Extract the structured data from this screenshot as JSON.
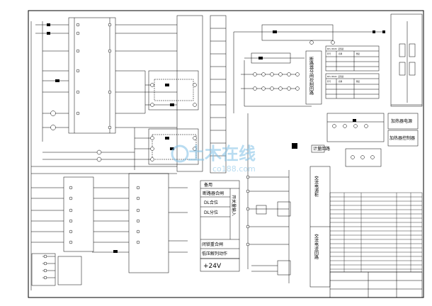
{
  "drawing": {
    "ac_power_cabinet_label": "交流电源柜",
    "ac_current_loop_label": "交流电流回路",
    "breaker_control_label": "断路器分闸控制回路",
    "heater_label": "加热器电源",
    "heater_control_label": "加热器控制器",
    "metering_label": "计量回路",
    "ctrl_voltage_label": "+24V"
  },
  "io_labels": {
    "items": [
      "备用",
      "断路器合闸",
      "DL合位",
      "DL分位",
      "开关量输入",
      "闭锁重合闸",
      "低压解列动作",
      "+24V"
    ]
  },
  "table_a": {
    "title": "RCS-9613C 定值表",
    "headers": [
      "符号",
      "名称",
      "整定"
    ]
  },
  "table_b": {
    "title": "RCS-9611C 定值表",
    "headers": [
      "符号",
      "名称",
      "整定"
    ]
  },
  "watermark": {
    "cn": "土木在线",
    "url": "co188.com"
  }
}
